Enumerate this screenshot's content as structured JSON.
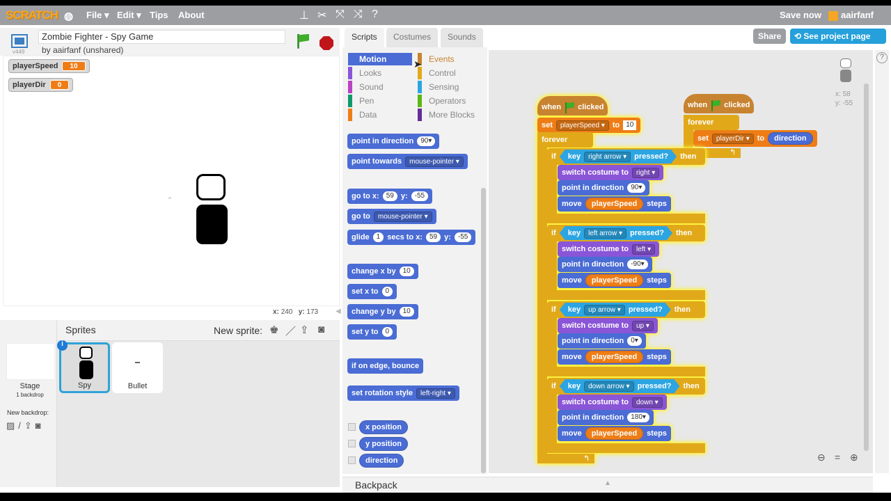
{
  "menubar": {
    "logo": "SCRATCH",
    "items": [
      "File ▾",
      "Edit ▾",
      "Tips",
      "About"
    ],
    "save_now": "Save now",
    "user": "aairfanf"
  },
  "project": {
    "title": "Zombie Fighter - Spy Game",
    "author": "by aairfanf (unshared)",
    "version": "v449"
  },
  "monitors": [
    {
      "name": "playerSpeed",
      "value": "10"
    },
    {
      "name": "playerDir",
      "value": "0"
    }
  ],
  "stage": {
    "mouse_x_label": "x:",
    "mouse_x": "240",
    "mouse_y_label": "y:",
    "mouse_y": "173"
  },
  "sprites": {
    "header": "Sprites",
    "new_sprite": "New sprite:",
    "stage_label": "Stage",
    "stage_sub": "1 backdrop",
    "new_backdrop": "New backdrop:",
    "list": [
      {
        "name": "Spy",
        "selected": true
      },
      {
        "name": "Bullet",
        "selected": false
      }
    ]
  },
  "tabs": [
    "Scripts",
    "Costumes",
    "Sounds"
  ],
  "header_buttons": {
    "share": "Share",
    "see_project": "See project page"
  },
  "categories": [
    {
      "label": "Motion",
      "color": "#4a6cd4",
      "active": true
    },
    {
      "label": "Looks",
      "color": "#8a55d7"
    },
    {
      "label": "Sound",
      "color": "#bb42c3"
    },
    {
      "label": "Pen",
      "color": "#0e9a6c"
    },
    {
      "label": "Data",
      "color": "#ee7d16"
    },
    {
      "label": "Events",
      "color": "#c88330"
    },
    {
      "label": "Control",
      "color": "#e1a91a"
    },
    {
      "label": "Sensing",
      "color": "#2ca5e2"
    },
    {
      "label": "Operators",
      "color": "#5cb712"
    },
    {
      "label": "More Blocks",
      "color": "#632d99"
    }
  ],
  "colors": {
    "motion": "#4a6cd4",
    "looks": "#8a55d7",
    "data": "#ee7d16",
    "events": "#c88330",
    "control": "#e1a91a",
    "sensing": "#2ca5e2"
  },
  "palette": [
    {
      "cat": "motion",
      "parts": [
        {
          "t": "point in direction"
        },
        {
          "num": "90▾"
        }
      ]
    },
    {
      "cat": "motion",
      "parts": [
        {
          "t": "point towards"
        },
        {
          "dd": "mouse-pointer ▾"
        }
      ]
    },
    {
      "cat": "motion",
      "parts": [
        {
          "t": "go to x:"
        },
        {
          "num": "59"
        },
        {
          "t": "y:"
        },
        {
          "num": "-55"
        }
      ]
    },
    {
      "cat": "motion",
      "parts": [
        {
          "t": "go to"
        },
        {
          "dd": "mouse-pointer ▾"
        }
      ]
    },
    {
      "cat": "motion",
      "parts": [
        {
          "t": "glide"
        },
        {
          "num": "1"
        },
        {
          "t": "secs to x:"
        },
        {
          "num": "59"
        },
        {
          "t": "y:"
        },
        {
          "num": "-55"
        }
      ]
    },
    {
      "cat": "motion",
      "parts": [
        {
          "t": "change x by"
        },
        {
          "num": "10"
        }
      ]
    },
    {
      "cat": "motion",
      "parts": [
        {
          "t": "set x to"
        },
        {
          "num": "0"
        }
      ]
    },
    {
      "cat": "motion",
      "parts": [
        {
          "t": "change y by"
        },
        {
          "num": "10"
        }
      ]
    },
    {
      "cat": "motion",
      "parts": [
        {
          "t": "set y to"
        },
        {
          "num": "0"
        }
      ]
    },
    {
      "cat": "motion",
      "parts": [
        {
          "t": "if on edge, bounce"
        }
      ]
    },
    {
      "cat": "motion",
      "parts": [
        {
          "t": "set rotation style"
        },
        {
          "dd": "left-right ▾"
        }
      ]
    },
    {
      "cat": "motion",
      "rep": true,
      "parts": [
        {
          "t": "x position"
        }
      ]
    },
    {
      "cat": "motion",
      "rep": true,
      "parts": [
        {
          "t": "y position"
        }
      ]
    },
    {
      "cat": "motion",
      "rep": true,
      "parts": [
        {
          "t": "direction"
        }
      ]
    }
  ],
  "scripts": {
    "script1_blocks": [
      {
        "cat": "events",
        "hat": true,
        "parts": [
          {
            "t": "when"
          },
          {
            "flag": true
          },
          {
            "t": "clicked"
          }
        ]
      },
      {
        "cat": "data",
        "parts": [
          {
            "t": "set"
          },
          {
            "dd": "playerSpeed ▾"
          },
          {
            "t": "to"
          },
          {
            "sq": "10"
          }
        ]
      },
      {
        "cat": "control",
        "parts": [
          {
            "t": "forever"
          }
        ]
      },
      {
        "cat": "control",
        "parts": [
          {
            "t": "if"
          },
          {
            "bool": [
              {
                "t": "key"
              },
              {
                "dd": "right arrow ▾"
              },
              {
                "t": "pressed?"
              }
            ]
          },
          {
            "t": "then"
          }
        ]
      },
      {
        "cat": "looks",
        "parts": [
          {
            "t": "switch costume to"
          },
          {
            "dd": "right ▾"
          }
        ]
      },
      {
        "cat": "motion",
        "parts": [
          {
            "t": "point in direction"
          },
          {
            "num": "90▾"
          }
        ]
      },
      {
        "cat": "motion",
        "parts": [
          {
            "t": "move"
          },
          {
            "rep": "playerSpeed",
            "cat": "data"
          },
          {
            "t": "steps"
          }
        ]
      },
      {
        "cat": "control",
        "parts": [
          {
            "t": "if"
          },
          {
            "bool": [
              {
                "t": "key"
              },
              {
                "dd": "left arrow ▾"
              },
              {
                "t": "pressed?"
              }
            ]
          },
          {
            "t": "then"
          }
        ]
      },
      {
        "cat": "looks",
        "parts": [
          {
            "t": "switch costume to"
          },
          {
            "dd": "left ▾"
          }
        ]
      },
      {
        "cat": "motion",
        "parts": [
          {
            "t": "point in direction"
          },
          {
            "num": "-90▾"
          }
        ]
      },
      {
        "cat": "motion",
        "parts": [
          {
            "t": "move"
          },
          {
            "rep": "playerSpeed",
            "cat": "data"
          },
          {
            "t": "steps"
          }
        ]
      },
      {
        "cat": "control",
        "parts": [
          {
            "t": "if"
          },
          {
            "bool": [
              {
                "t": "key"
              },
              {
                "dd": "up arrow ▾"
              },
              {
                "t": "pressed?"
              }
            ]
          },
          {
            "t": "then"
          }
        ]
      },
      {
        "cat": "looks",
        "parts": [
          {
            "t": "switch costume to"
          },
          {
            "dd": "up ▾"
          }
        ]
      },
      {
        "cat": "motion",
        "parts": [
          {
            "t": "point in direction"
          },
          {
            "num": "0▾"
          }
        ]
      },
      {
        "cat": "motion",
        "parts": [
          {
            "t": "move"
          },
          {
            "rep": "playerSpeed",
            "cat": "data"
          },
          {
            "t": "steps"
          }
        ]
      },
      {
        "cat": "control",
        "parts": [
          {
            "t": "if"
          },
          {
            "bool": [
              {
                "t": "key"
              },
              {
                "dd": "down arrow ▾"
              },
              {
                "t": "pressed?"
              }
            ]
          },
          {
            "t": "then"
          }
        ]
      },
      {
        "cat": "looks",
        "parts": [
          {
            "t": "switch costume to"
          },
          {
            "dd": "down ▾"
          }
        ]
      },
      {
        "cat": "motion",
        "parts": [
          {
            "t": "point in direction"
          },
          {
            "num": "180▾"
          }
        ]
      },
      {
        "cat": "motion",
        "parts": [
          {
            "t": "move"
          },
          {
            "rep": "playerSpeed",
            "cat": "data"
          },
          {
            "t": "steps"
          }
        ]
      }
    ],
    "script2_blocks": [
      {
        "cat": "events",
        "hat": true,
        "parts": [
          {
            "t": "when"
          },
          {
            "flag": true
          },
          {
            "t": "clicked"
          }
        ]
      },
      {
        "cat": "control",
        "parts": [
          {
            "t": "forever"
          }
        ]
      },
      {
        "cat": "data",
        "parts": [
          {
            "t": "set"
          },
          {
            "dd": "playerDir ▾"
          },
          {
            "t": "to"
          },
          {
            "rep": "direction",
            "cat": "motion"
          }
        ]
      }
    ]
  },
  "sprite_info": {
    "x_label": "x:",
    "x": "58",
    "y_label": "y:",
    "y": "-55"
  },
  "backpack": "Backpack"
}
